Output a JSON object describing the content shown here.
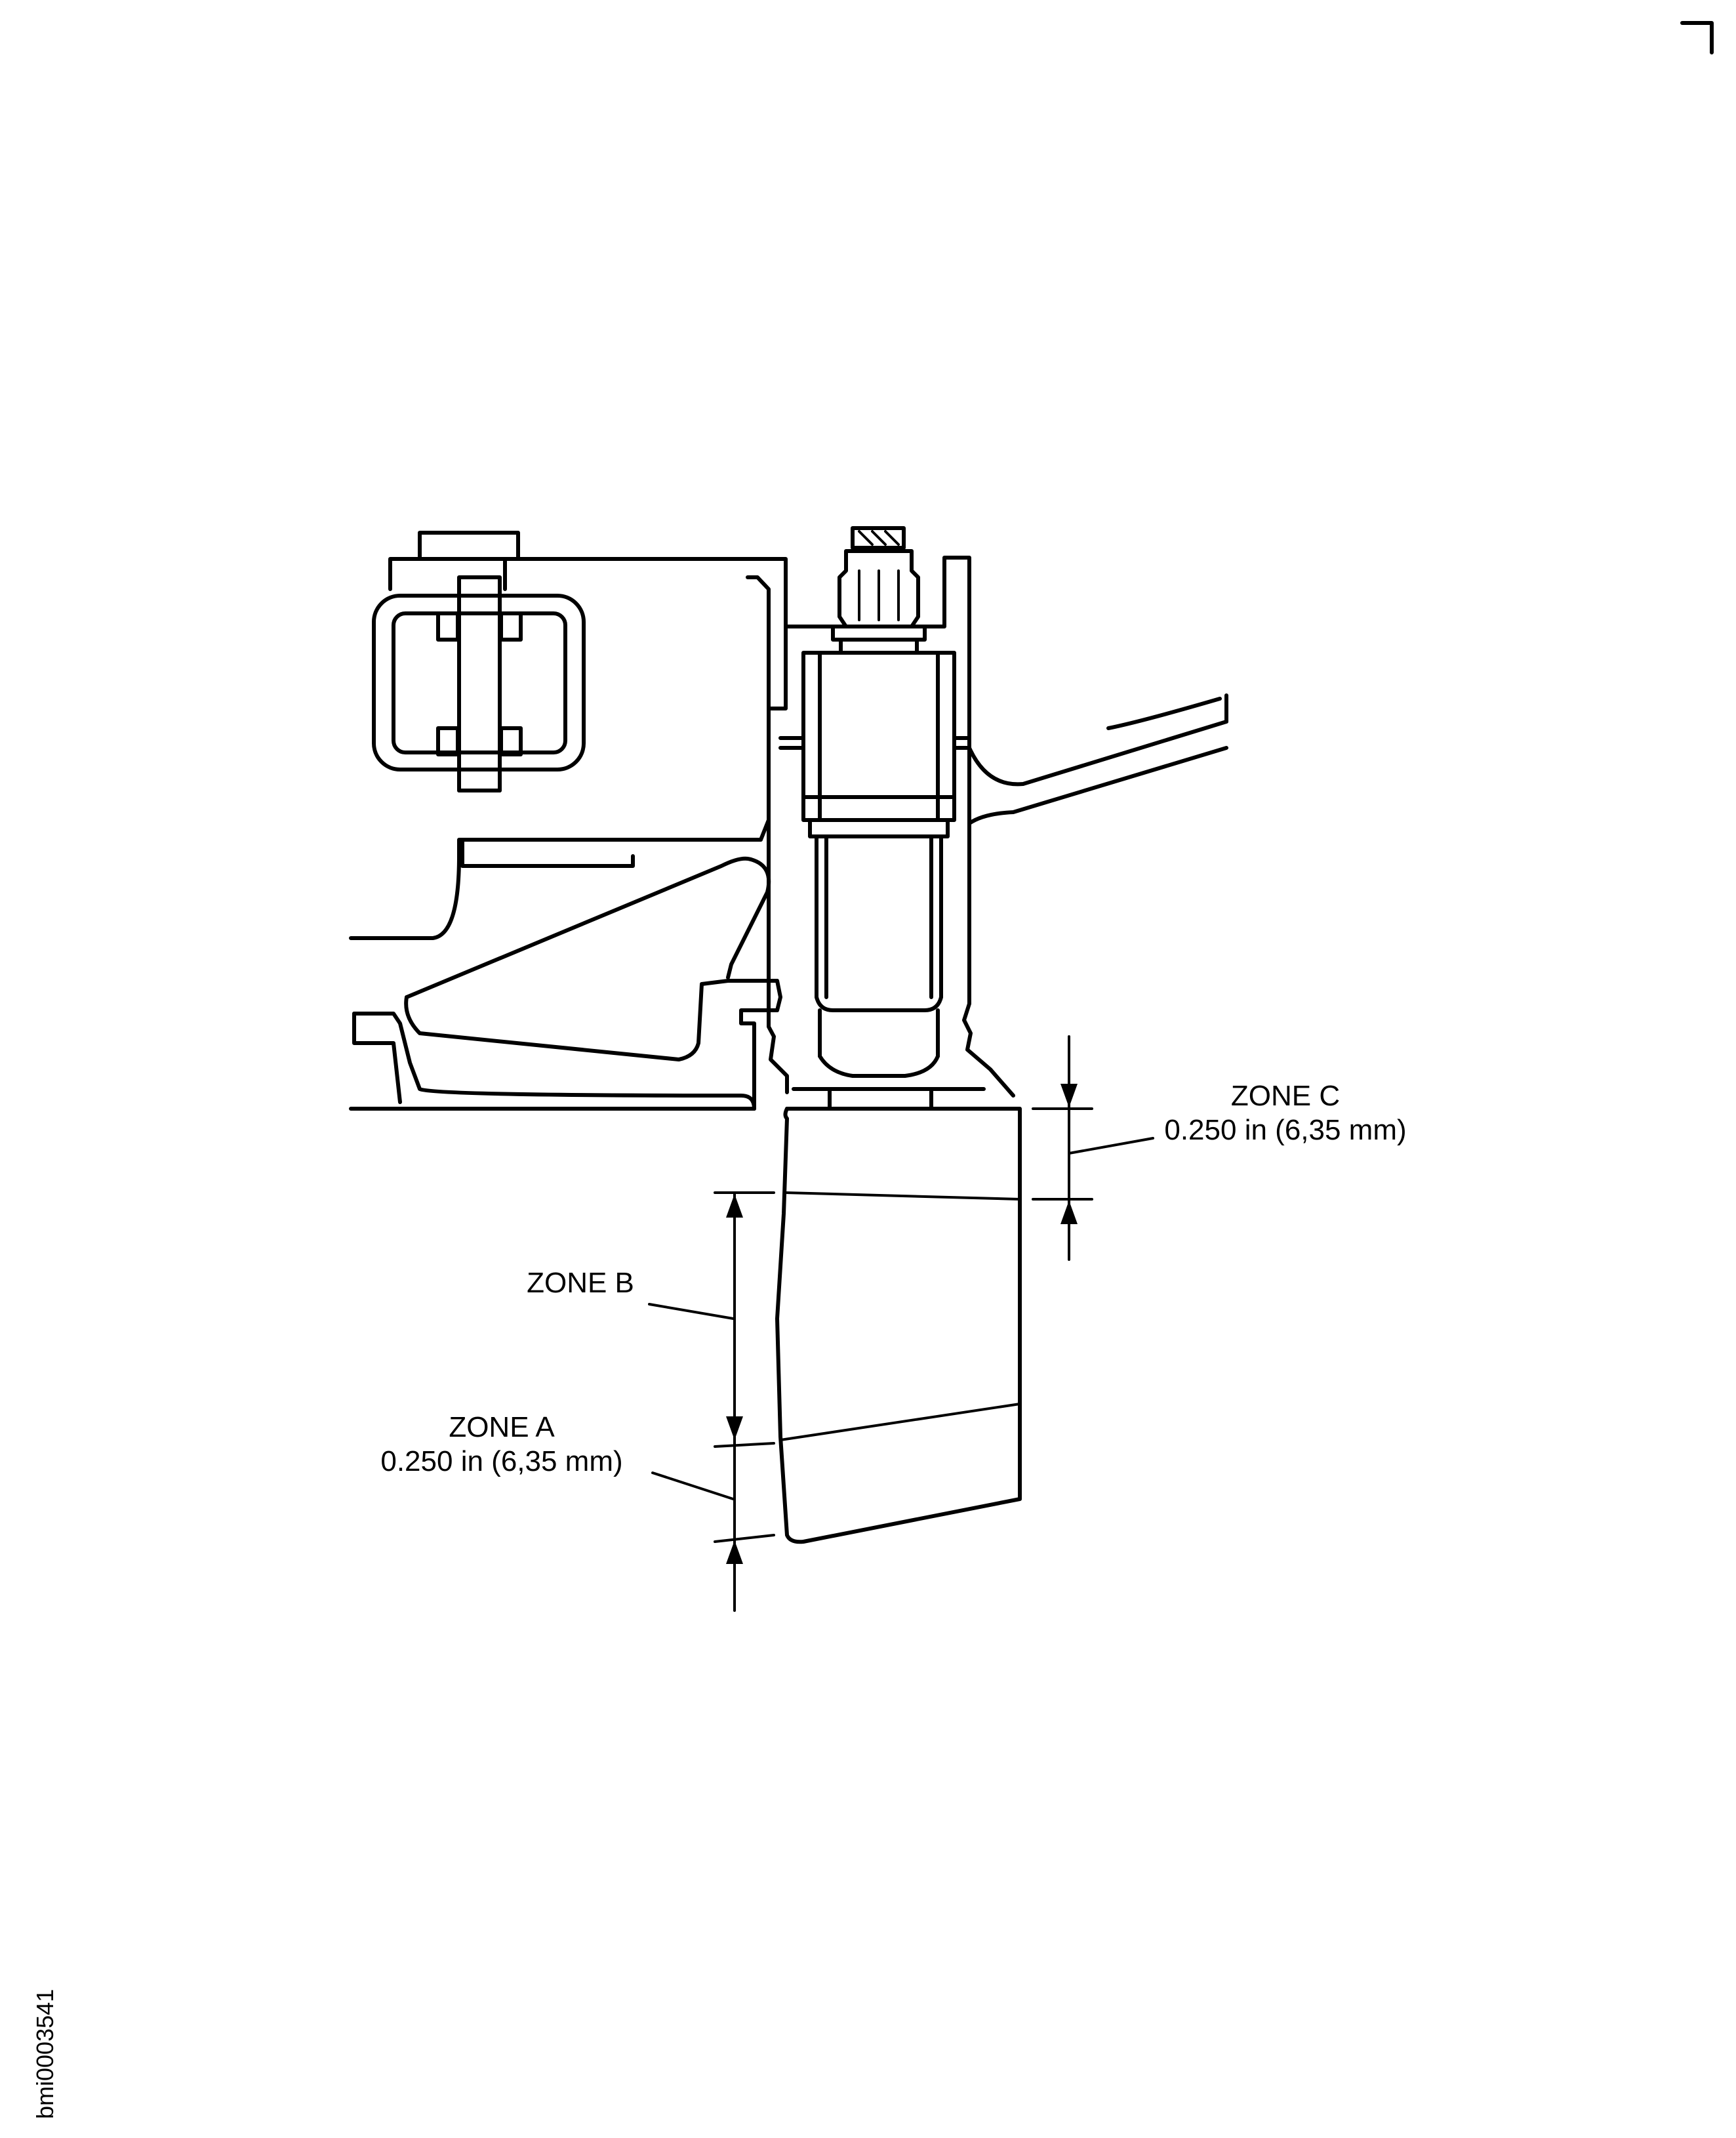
{
  "labels": {
    "zone_c": {
      "name": "ZONE C",
      "dimension": "0.250 in (6,35 mm)"
    },
    "zone_b": {
      "name": "ZONE B"
    },
    "zone_a": {
      "name": "ZONE A",
      "dimension": "0.250 in (6,35 mm)"
    }
  },
  "figure_id": "bmi0003541",
  "colors": {
    "line": "#000000",
    "background": "#ffffff"
  }
}
